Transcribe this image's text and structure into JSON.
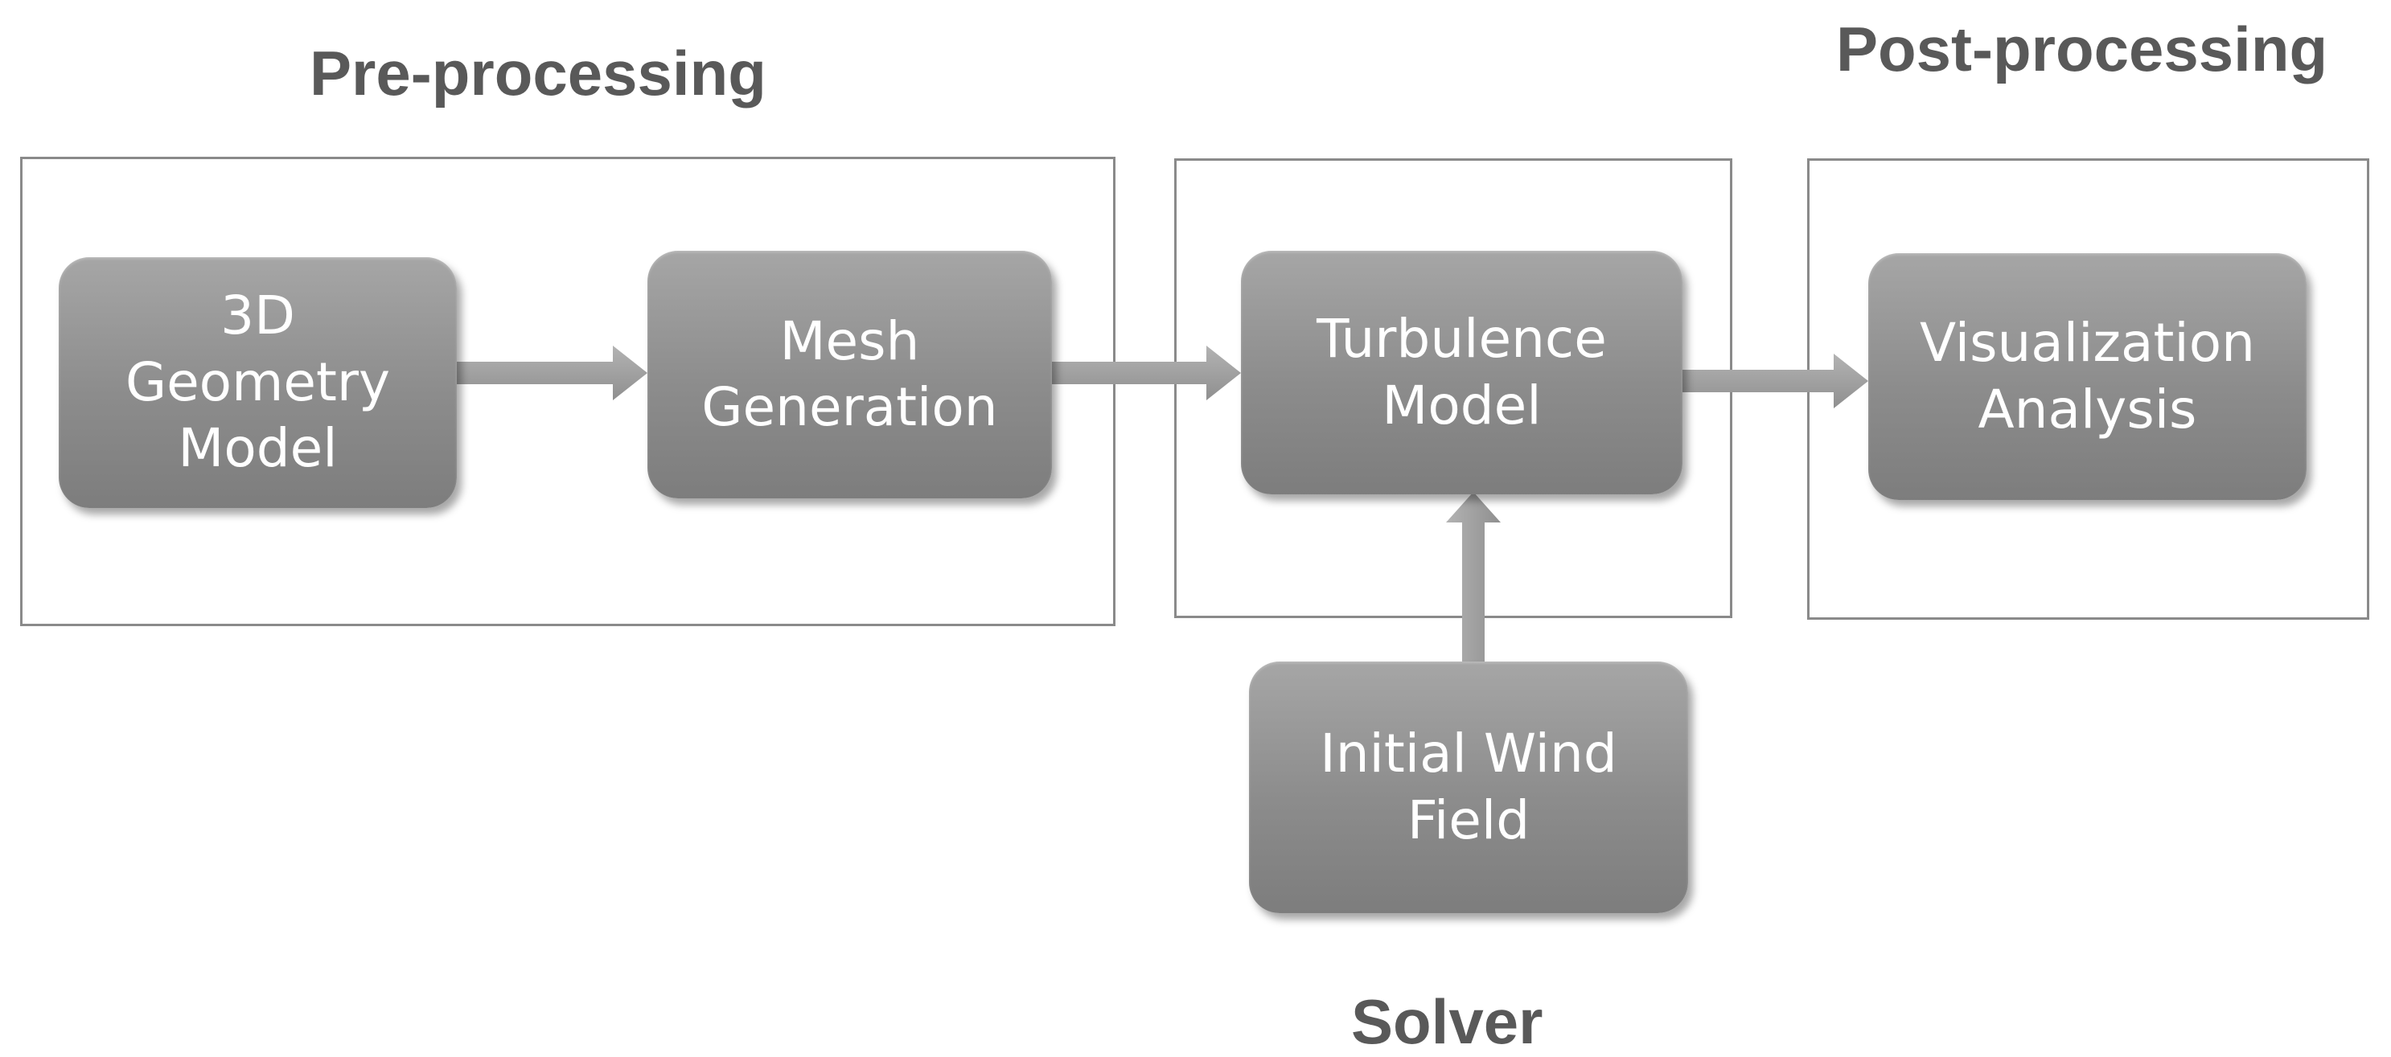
{
  "stages": {
    "pre": {
      "title": "Pre-processing"
    },
    "solver": {
      "title": "Solver"
    },
    "post": {
      "title": "Post-processing"
    }
  },
  "nodes": {
    "geometry": {
      "label": "3D\nGeometry\nModel"
    },
    "mesh": {
      "label": "Mesh\nGeneration"
    },
    "turbulence": {
      "label": "Turbulence\nModel"
    },
    "wind": {
      "label": "Initial Wind\nField"
    },
    "visualization": {
      "label": "Visualization\nAnalysis"
    }
  },
  "colors": {
    "title_text": "#595959",
    "frame_border": "#8a8a8a",
    "node_fill": "#929292",
    "node_text": "#ffffff",
    "arrow_fill": "#a3a3a3"
  }
}
